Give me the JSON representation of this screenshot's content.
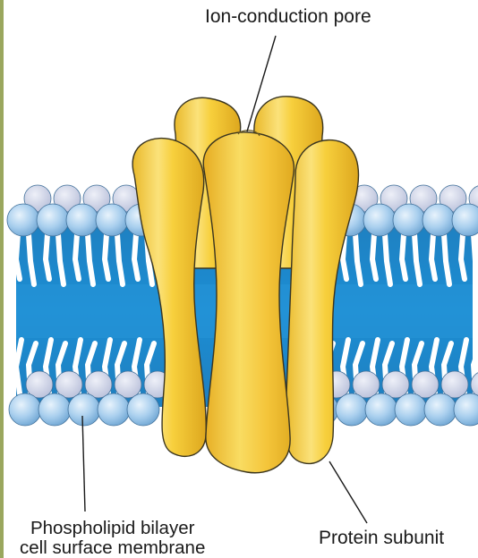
{
  "labels": {
    "pore": "Ion-conduction pore",
    "bilayer_line1": "Phospholipid bilayer",
    "bilayer_line2": "cell surface membrane",
    "subunit": "Protein subunit"
  },
  "colors": {
    "membrane_core": "#1e86c8",
    "lipid_head": "#a9cfee",
    "lipid_head_back": "#cdd6ec",
    "lipid_tail": "#ffffff",
    "protein": "#f6d13e",
    "protein_outline": "#3a3520",
    "label_text": "#1a1a1a",
    "left_edge": "#9aa75e"
  }
}
